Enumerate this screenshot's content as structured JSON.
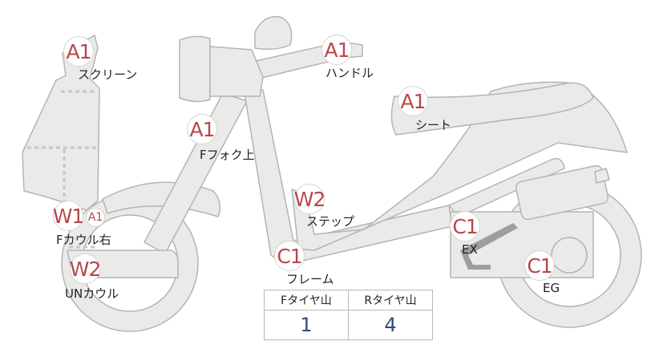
{
  "colors": {
    "body_fill": "#eaeae8",
    "outline": "#b4b4b2",
    "part_dark": "#9e9e9c",
    "dotted": "#c6c6c6",
    "badge_text": "#b8474a",
    "value_text": "#2c4a7c"
  },
  "parts": [
    {
      "id": "screen",
      "grade": "A1",
      "label": "スクリーン"
    },
    {
      "id": "handle",
      "grade": "A1",
      "label": "ハンドル"
    },
    {
      "id": "seat",
      "grade": "A1",
      "label": "シート"
    },
    {
      "id": "fork",
      "grade": "A1",
      "label": "Fフォク上"
    },
    {
      "id": "step",
      "grade": "W2",
      "label": "ステップ"
    },
    {
      "id": "cowl_right",
      "grade": "W1",
      "grade_small": "A1",
      "label": "Fカウル右"
    },
    {
      "id": "frame",
      "grade": "C1",
      "label": "フレーム"
    },
    {
      "id": "exhaust",
      "grade": "C1",
      "label": "EX"
    },
    {
      "id": "under_cowl",
      "grade": "W2",
      "label": "UNカウル"
    },
    {
      "id": "engine",
      "grade": "C1",
      "label": "EG"
    }
  ],
  "tire_table": {
    "front_header": "Fタイヤ山",
    "rear_header": "Rタイヤ山",
    "front_value": "1",
    "rear_value": "4"
  }
}
